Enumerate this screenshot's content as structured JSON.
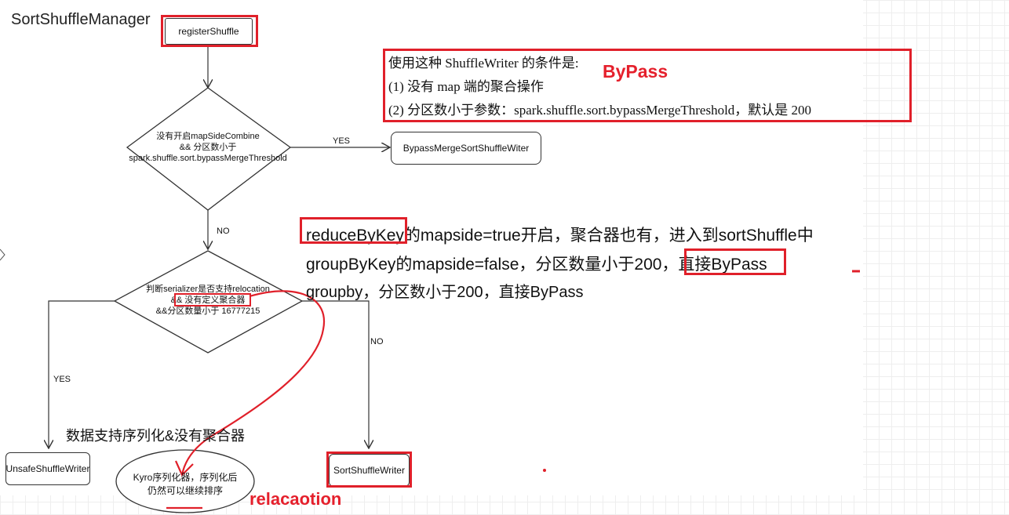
{
  "title": "SortShuffleManager",
  "nodes": {
    "register": "registerShuffle",
    "decision1": [
      "没有开启mapSideCombine",
      "&& 分区数小于",
      "spark.shuffle.sort.bypassMergeThreshold"
    ],
    "bypass_writer": "BypassMergeSortShuffleWiter",
    "decision2": [
      "判断serializer是否支持relocation",
      "&& 没有定义聚合器",
      "&&分区数量小于 16777215"
    ],
    "unsafe_writer": "UnsafeShuffleWriter",
    "sort_writer": "SortShuffleWriter",
    "kyro": [
      "Kyro序列化器，序列化后",
      "仍然可以继续排序"
    ]
  },
  "edges": {
    "yes1": "YES",
    "no1": "NO",
    "yes2": "YES",
    "no2": "NO"
  },
  "conditions": {
    "heading": "使用这种 ShuffleWriter 的条件是:",
    "line1": "(1)  没有 map 端的聚合操作",
    "line2": "(2)  分区数小于参数：spark.shuffle.sort.bypassMergeThreshold，默认是 200",
    "bypass_tag": "ByPass"
  },
  "notes": {
    "line1": "reduceByKey的mapside=true开启，聚合器也有，进入到sortShuffle中",
    "line2": "groupByKey的mapside=false，分区数量小于200，直接ByPass",
    "line3": "groupby，分区数小于200，直接ByPass"
  },
  "annotations": {
    "serialize_note": "数据支持序列化&没有聚合器",
    "relocation": "relacaotion"
  },
  "colors": {
    "red": "#e0202a",
    "line": "#333333"
  }
}
